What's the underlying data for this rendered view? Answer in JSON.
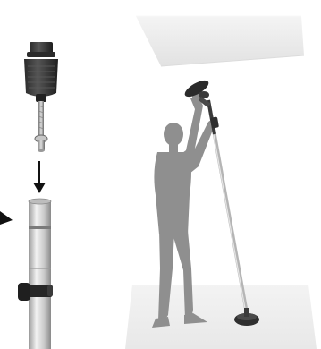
{
  "scene": {
    "left_panel": {
      "components": [
        "pole-adapter-head",
        "adapter-threaded-bolt",
        "pole-tube",
        "pole-clamp"
      ],
      "arrows": [
        "down-arrow-icon",
        "side-arrow-icon"
      ]
    },
    "right_panel": {
      "components": [
        "ceiling-panel",
        "person-silhouette",
        "support-pole",
        "pole-top-disc",
        "pole-base-disc",
        "floor-mat"
      ]
    },
    "colors": {
      "ceiling_panel": "#ebebeb",
      "floor_mat": "#eeeeee",
      "silhouette": "#8f8f8f",
      "pole": "#b5b5b5",
      "pole_dark": "#3a3a3a",
      "adapter_head": "#3b3b3b",
      "tube": "#d4d4d4",
      "arrow": "#111111"
    }
  }
}
